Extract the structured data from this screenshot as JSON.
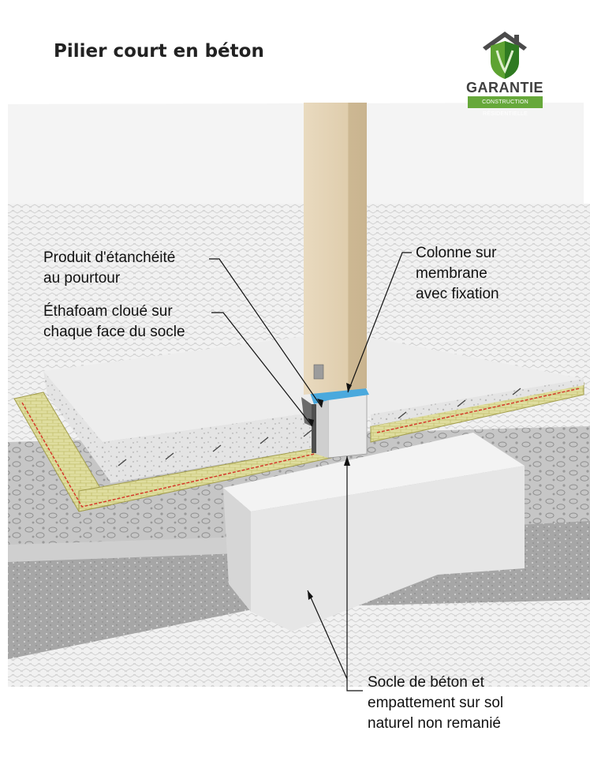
{
  "title": "Pilier court en béton",
  "logo": {
    "word": "GARANTIE",
    "band": "CONSTRUCTION RÉSIDENTIELLE",
    "green": "#5ea332",
    "dark_green": "#2f7a22",
    "roof": "#4b4b4b"
  },
  "labels": {
    "sealant": [
      "Produit d'étanchéité",
      "au pourtour"
    ],
    "ethafoam": [
      "Éthafoam cloué sur",
      "chaque face du socle"
    ],
    "column": [
      "Colonne sur",
      "membrane",
      "avec fixation"
    ],
    "footing": [
      "Socle de béton et",
      "empattement sur sol",
      "naturel non remanié"
    ]
  },
  "colors": {
    "wood": "#e3d2b3",
    "concrete": "#e7e7e7",
    "insulation": "#dedd9c",
    "sealant": "#d43a2a",
    "membrane": "#4aa9dd",
    "gravel": "#bdbdbd",
    "soil": "#a7a7a7"
  }
}
